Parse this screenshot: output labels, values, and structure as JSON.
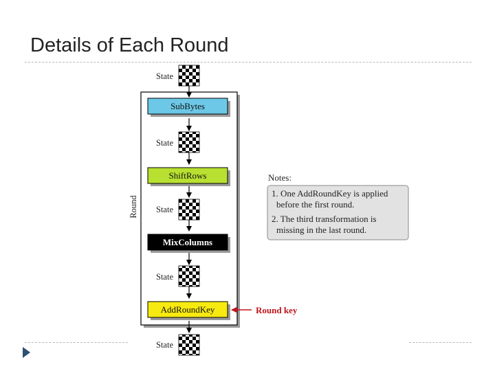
{
  "slide": {
    "title": "Details of Each Round"
  },
  "diagram": {
    "state_label": "State",
    "round_label": "Round",
    "steps": [
      {
        "label": "SubBytes",
        "fill": "#6cc8e6",
        "text_color": "#111111"
      },
      {
        "label": "ShiftRows",
        "fill": "#b8e030",
        "text_color": "#111111"
      },
      {
        "label": "MixColumns",
        "fill": "#000000",
        "text_color": "#ffffff"
      },
      {
        "label": "AddRoundKey",
        "fill": "#f7ea10",
        "text_color": "#111111"
      }
    ],
    "round_key_label": "Round key",
    "round_key_color": "#c0141c",
    "notes": {
      "heading": "Notes:",
      "items": [
        {
          "line1": "1. One AddRoundKey is applied",
          "line2": "before the first round."
        },
        {
          "line1": "2. The third transformation is",
          "line2": "missing in the last round."
        }
      ],
      "box_fill": "#e2e2e2"
    }
  }
}
